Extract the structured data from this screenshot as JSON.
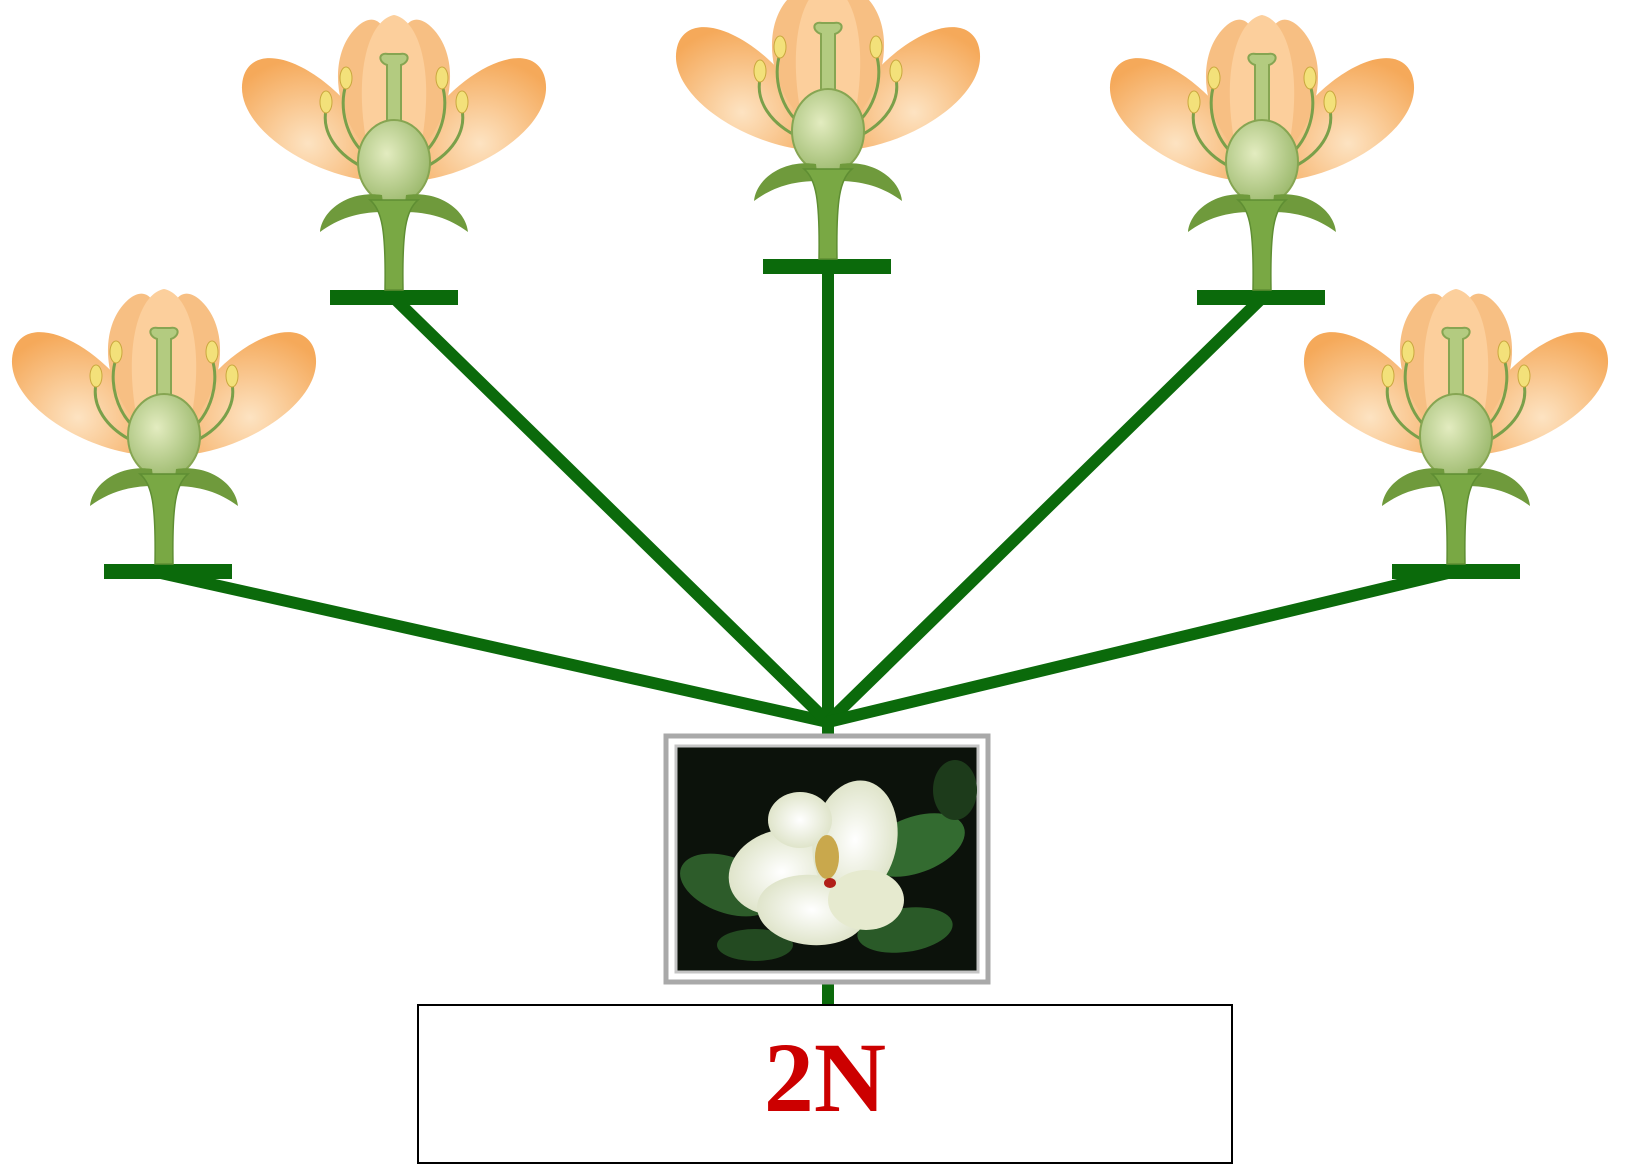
{
  "diagram": {
    "ploidy_label": "2N",
    "flower_count": 6,
    "colors": {
      "branch": "#0b6a0b",
      "petal_outer": "#f7b96e",
      "petal_inner": "#fde0b8",
      "sepal": "#6f9a3c",
      "pistil": "#b8cf86",
      "anther": "#f3e17a",
      "label": "#cc0000"
    },
    "icons": [
      "flower-icon",
      "magnolia-photo"
    ]
  }
}
